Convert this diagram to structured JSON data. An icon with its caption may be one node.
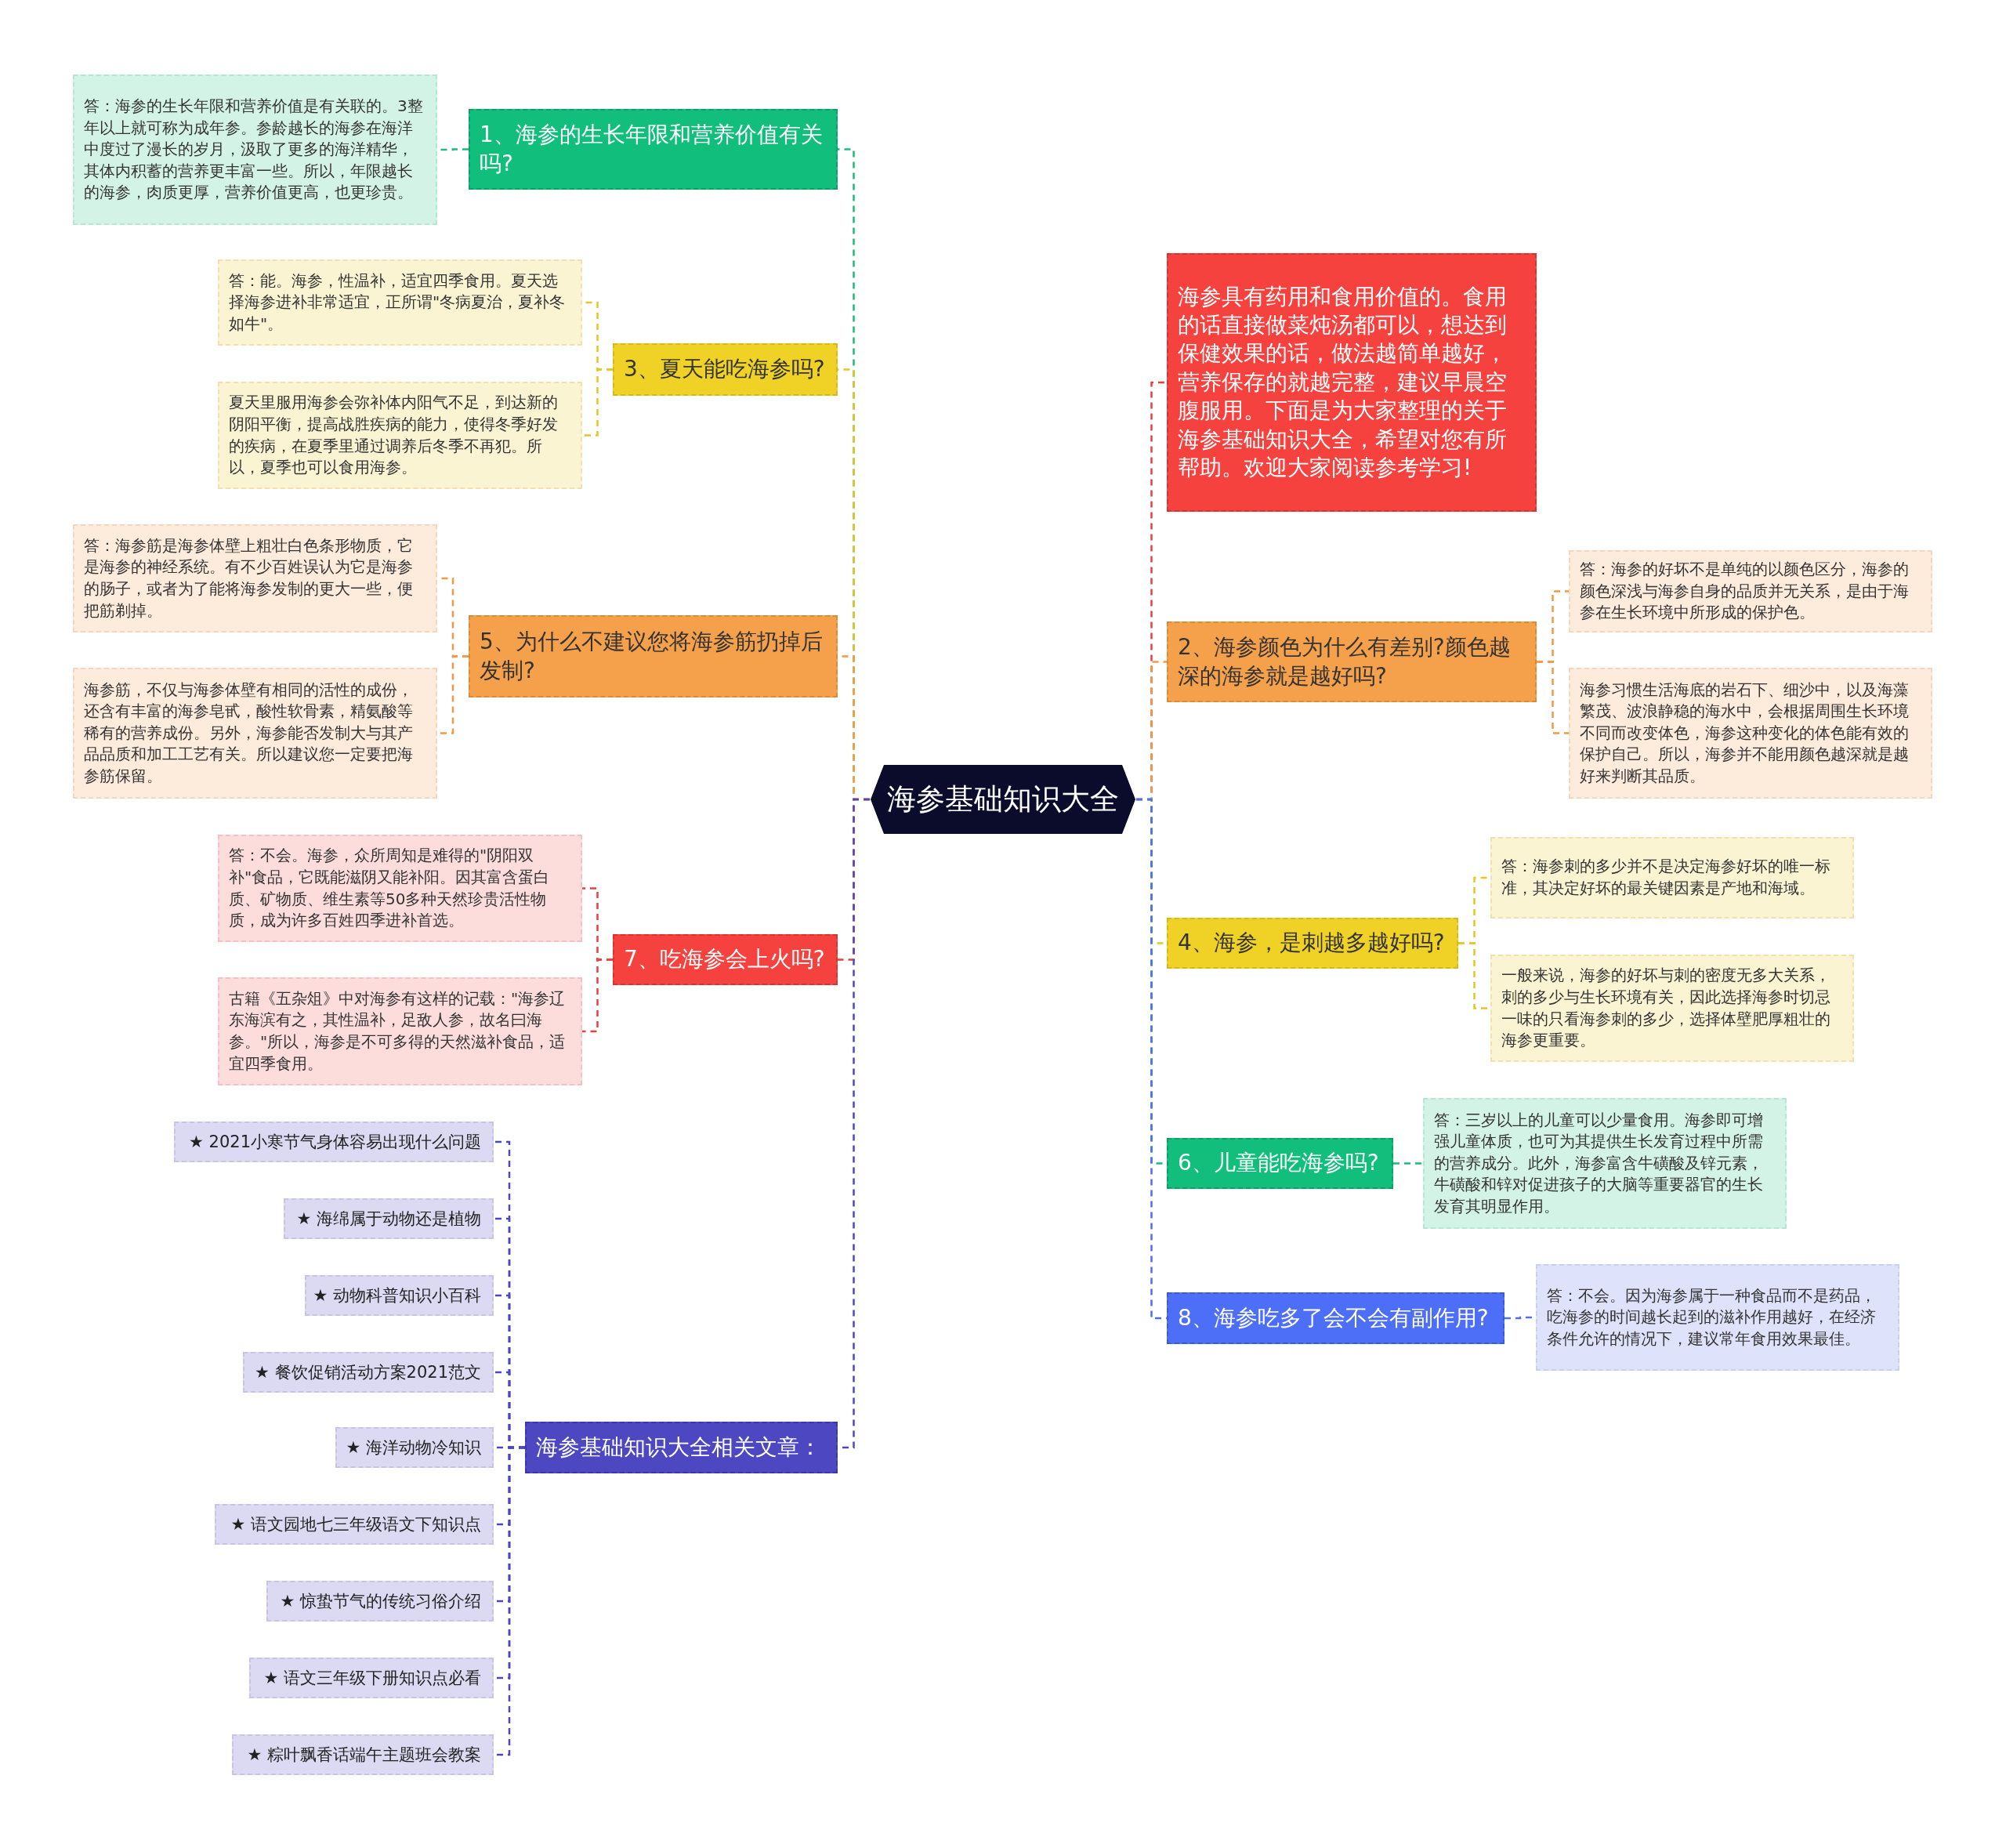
{
  "diagram": {
    "nodes": [
      {
        "text": [
          "海参基础知识大全"
        ]
      },
      {
        "text": [
          "1、海参的生长年限和营养价值有关吗?"
        ]
      },
      {
        "text": [
          "答：海参的生长年限和营养价值是有关联的。3整年以上就可称为成年参。参龄越长的海参在海洋中度过了漫长的岁月，汲取了更多的海洋精华，其体内积蓄的营养更丰富一些。所以，年限越长的海参，肉质更厚，营养价值更高，也更珍贵。"
        ]
      },
      {
        "text": [
          "3、夏天能吃海参吗?"
        ]
      },
      {
        "text": [
          "答：能。海参，性温补，适宜四季食用。夏天选择海参进补非常适宜，正所谓\"冬病夏治，夏补冬如牛\"。"
        ]
      },
      {
        "text": [
          "夏天里服用海参会弥补体内阳气不足，到达新的阴阳平衡，提高战胜疾病的能力，使得冬季好发的疾病，在夏季里通过调养后冬季不再犯。所以，夏季也可以食用海参。"
        ]
      },
      {
        "text": [
          "5、为什么不建议您将海参筋扔掉后发制?"
        ]
      },
      {
        "text": [
          "答：海参筋是海参体壁上粗壮白色条形物质，它是海参的神经系统。有不少百姓误认为它是海参的肠子，或者为了能将海参发制的更大一些，便把筋剃掉。"
        ]
      },
      {
        "text": [
          "海参筋，不仅与海参体壁有相同的活性的成份，还含有丰富的海参皂甙，酸性软骨素，精氨酸等稀有的营养成份。另外，海参能否发制大与其产品品质和加工工艺有关。所以建议您一定要把海参筋保留。"
        ]
      },
      {
        "text": [
          "7、吃海参会上火吗?"
        ]
      },
      {
        "text": [
          "答：不会。海参，众所周知是难得的\"阴阳双补\"食品，它既能滋阴又能补阳。因其富含蛋白质、矿物质、维生素等50多种天然珍贵活性物质，成为许多百姓四季进补首选。"
        ]
      },
      {
        "text": [
          "古籍《五杂俎》中对海参有这样的记载：\"海参辽东海滨有之，其性温补，足敌人参，故名曰海参。\"所以，海参是不可多得的天然滋补食品，适宜四季食用。"
        ]
      },
      {
        "text": [
          "海参基础知识大全相关文章："
        ]
      },
      {
        "text": [
          "★ 2021小寒节气身体容易出现什么问题"
        ]
      },
      {
        "text": [
          "★ 海绵属于动物还是植物"
        ]
      },
      {
        "text": [
          "★ 动物科普知识小百科"
        ]
      },
      {
        "text": [
          "★ 餐饮促销活动方案2021范文"
        ]
      },
      {
        "text": [
          "★ 海洋动物冷知识"
        ]
      },
      {
        "text": [
          "★ 语文园地七三年级语文下知识点"
        ]
      },
      {
        "text": [
          "★ 惊蛰节气的传统习俗介绍"
        ]
      },
      {
        "text": [
          "★ 语文三年级下册知识点必看"
        ]
      },
      {
        "text": [
          "★ 粽叶飘香话端午主题班会教案"
        ]
      },
      {
        "text": [
          "海参具有药用和食用价值的。食用的话直接做菜炖汤都可以，想达到保健效果的话，做法越简单越好，营养保存的就越完整，建议早晨空腹服用。下面是为大家整理的关于海参基础知识大全，希望对您有所帮助。欢迎大家阅读参考学习!"
        ]
      },
      {
        "text": [
          "2、海参颜色为什么有差别?颜色越深的海参就是越好吗?"
        ]
      },
      {
        "text": [
          "答：海参的好坏不是单纯的以颜色区分，海参的颜色深浅与海参自身的品质并无关系，是由于海参在生长环境中所形成的保护色。"
        ]
      },
      {
        "text": [
          "海参习惯生活海底的岩石下、细沙中，以及海藻繁茂、波浪静稳的海水中，会根据周围生长环境不同而改变体色，海参这种变化的体色能有效的保护自己。所以，海参并不能用颜色越深就是越好来判断其品质。"
        ]
      },
      {
        "text": [
          "4、海参，是刺越多越好吗?"
        ]
      },
      {
        "text": [
          "答：海参刺的多少并不是决定海参好坏的唯一标准，其决定好坏的最关键因素是产地和海域。"
        ]
      },
      {
        "text": [
          "一般来说，海参的好坏与刺的密度无多大关系，刺的多少与生长环境有关，因此选择海参时切忌一味的只看海参刺的多少，选择体壁肥厚粗壮的海参更重要。"
        ]
      },
      {
        "text": [
          "6、儿童能吃海参吗?"
        ]
      },
      {
        "text": [
          "答：三岁以上的儿童可以少量食用。海参即可增强儿童体质，也可为其提供生长发育过程中所需的营养成分。此外，海参富含牛磺酸及锌元素，牛磺酸和锌对促进孩子的大脑等重要器官的生长发育其明显作用。"
        ]
      },
      {
        "text": [
          "8、海参吃多了会不会有副作用?"
        ]
      },
      {
        "text": [
          "答：不会。因为海参属于一种食品而不是药品，吃海参的时间越长起到的滋补作用越好，在经济条件允许的情况下，建议常年食用效果最佳。"
        ]
      }
    ],
    "edges": [
      {
        "from": 0,
        "to": 1,
        "arrow": "none",
        "color": "#1abc7b"
      },
      {
        "from": 1,
        "to": 2,
        "arrow": "none",
        "color": "#1abc7b"
      },
      {
        "from": 0,
        "to": 3,
        "arrow": "none",
        "color": "#e6c624"
      },
      {
        "from": 3,
        "to": 4,
        "arrow": "none",
        "color": "#e6c624"
      },
      {
        "from": 3,
        "to": 5,
        "arrow": "none",
        "color": "#e6c624"
      },
      {
        "from": 0,
        "to": 6,
        "arrow": "none",
        "color": "#ef9a45"
      },
      {
        "from": 6,
        "to": 7,
        "arrow": "none",
        "color": "#ef9a45"
      },
      {
        "from": 6,
        "to": 8,
        "arrow": "none",
        "color": "#ef9a45"
      },
      {
        "from": 0,
        "to": 9,
        "arrow": "none",
        "color": "#e84040"
      },
      {
        "from": 9,
        "to": 10,
        "arrow": "none",
        "color": "#e84040"
      },
      {
        "from": 9,
        "to": 11,
        "arrow": "none",
        "color": "#e84040"
      },
      {
        "from": 0,
        "to": 12,
        "arrow": "none",
        "color": "#4c47c0"
      },
      {
        "from": 12,
        "to": 13,
        "arrow": "none",
        "color": "#4c47c0"
      },
      {
        "from": 12,
        "to": 14,
        "arrow": "none",
        "color": "#4c47c0"
      },
      {
        "from": 12,
        "to": 15,
        "arrow": "none",
        "color": "#4c47c0"
      },
      {
        "from": 12,
        "to": 16,
        "arrow": "none",
        "color": "#4c47c0"
      },
      {
        "from": 12,
        "to": 17,
        "arrow": "none",
        "color": "#4c47c0"
      },
      {
        "from": 12,
        "to": 18,
        "arrow": "none",
        "color": "#4c47c0"
      },
      {
        "from": 12,
        "to": 19,
        "arrow": "none",
        "color": "#4c47c0"
      },
      {
        "from": 12,
        "to": 20,
        "arrow": "none",
        "color": "#4c47c0"
      },
      {
        "from": 12,
        "to": 21,
        "arrow": "none",
        "color": "#4c47c0"
      },
      {
        "from": 0,
        "to": 22,
        "arrow": "none",
        "color": "#e84040"
      },
      {
        "from": 0,
        "to": 23,
        "arrow": "none",
        "color": "#ef9a45"
      },
      {
        "from": 23,
        "to": 24,
        "arrow": "none",
        "color": "#ef9a45"
      },
      {
        "from": 23,
        "to": 25,
        "arrow": "none",
        "color": "#ef9a45"
      },
      {
        "from": 0,
        "to": 26,
        "arrow": "none",
        "color": "#e6c624"
      },
      {
        "from": 26,
        "to": 27,
        "arrow": "none",
        "color": "#e6c624"
      },
      {
        "from": 26,
        "to": 28,
        "arrow": "none",
        "color": "#e6c624"
      },
      {
        "from": 0,
        "to": 29,
        "arrow": "none",
        "color": "#1abc7b"
      },
      {
        "from": 29,
        "to": 30,
        "arrow": "none",
        "color": "#1abc7b"
      },
      {
        "from": 0,
        "to": 31,
        "arrow": "none",
        "color": "#4d6ef5"
      },
      {
        "from": 31,
        "to": 32,
        "arrow": "none",
        "color": "#4d6ef5"
      }
    ]
  }
}
